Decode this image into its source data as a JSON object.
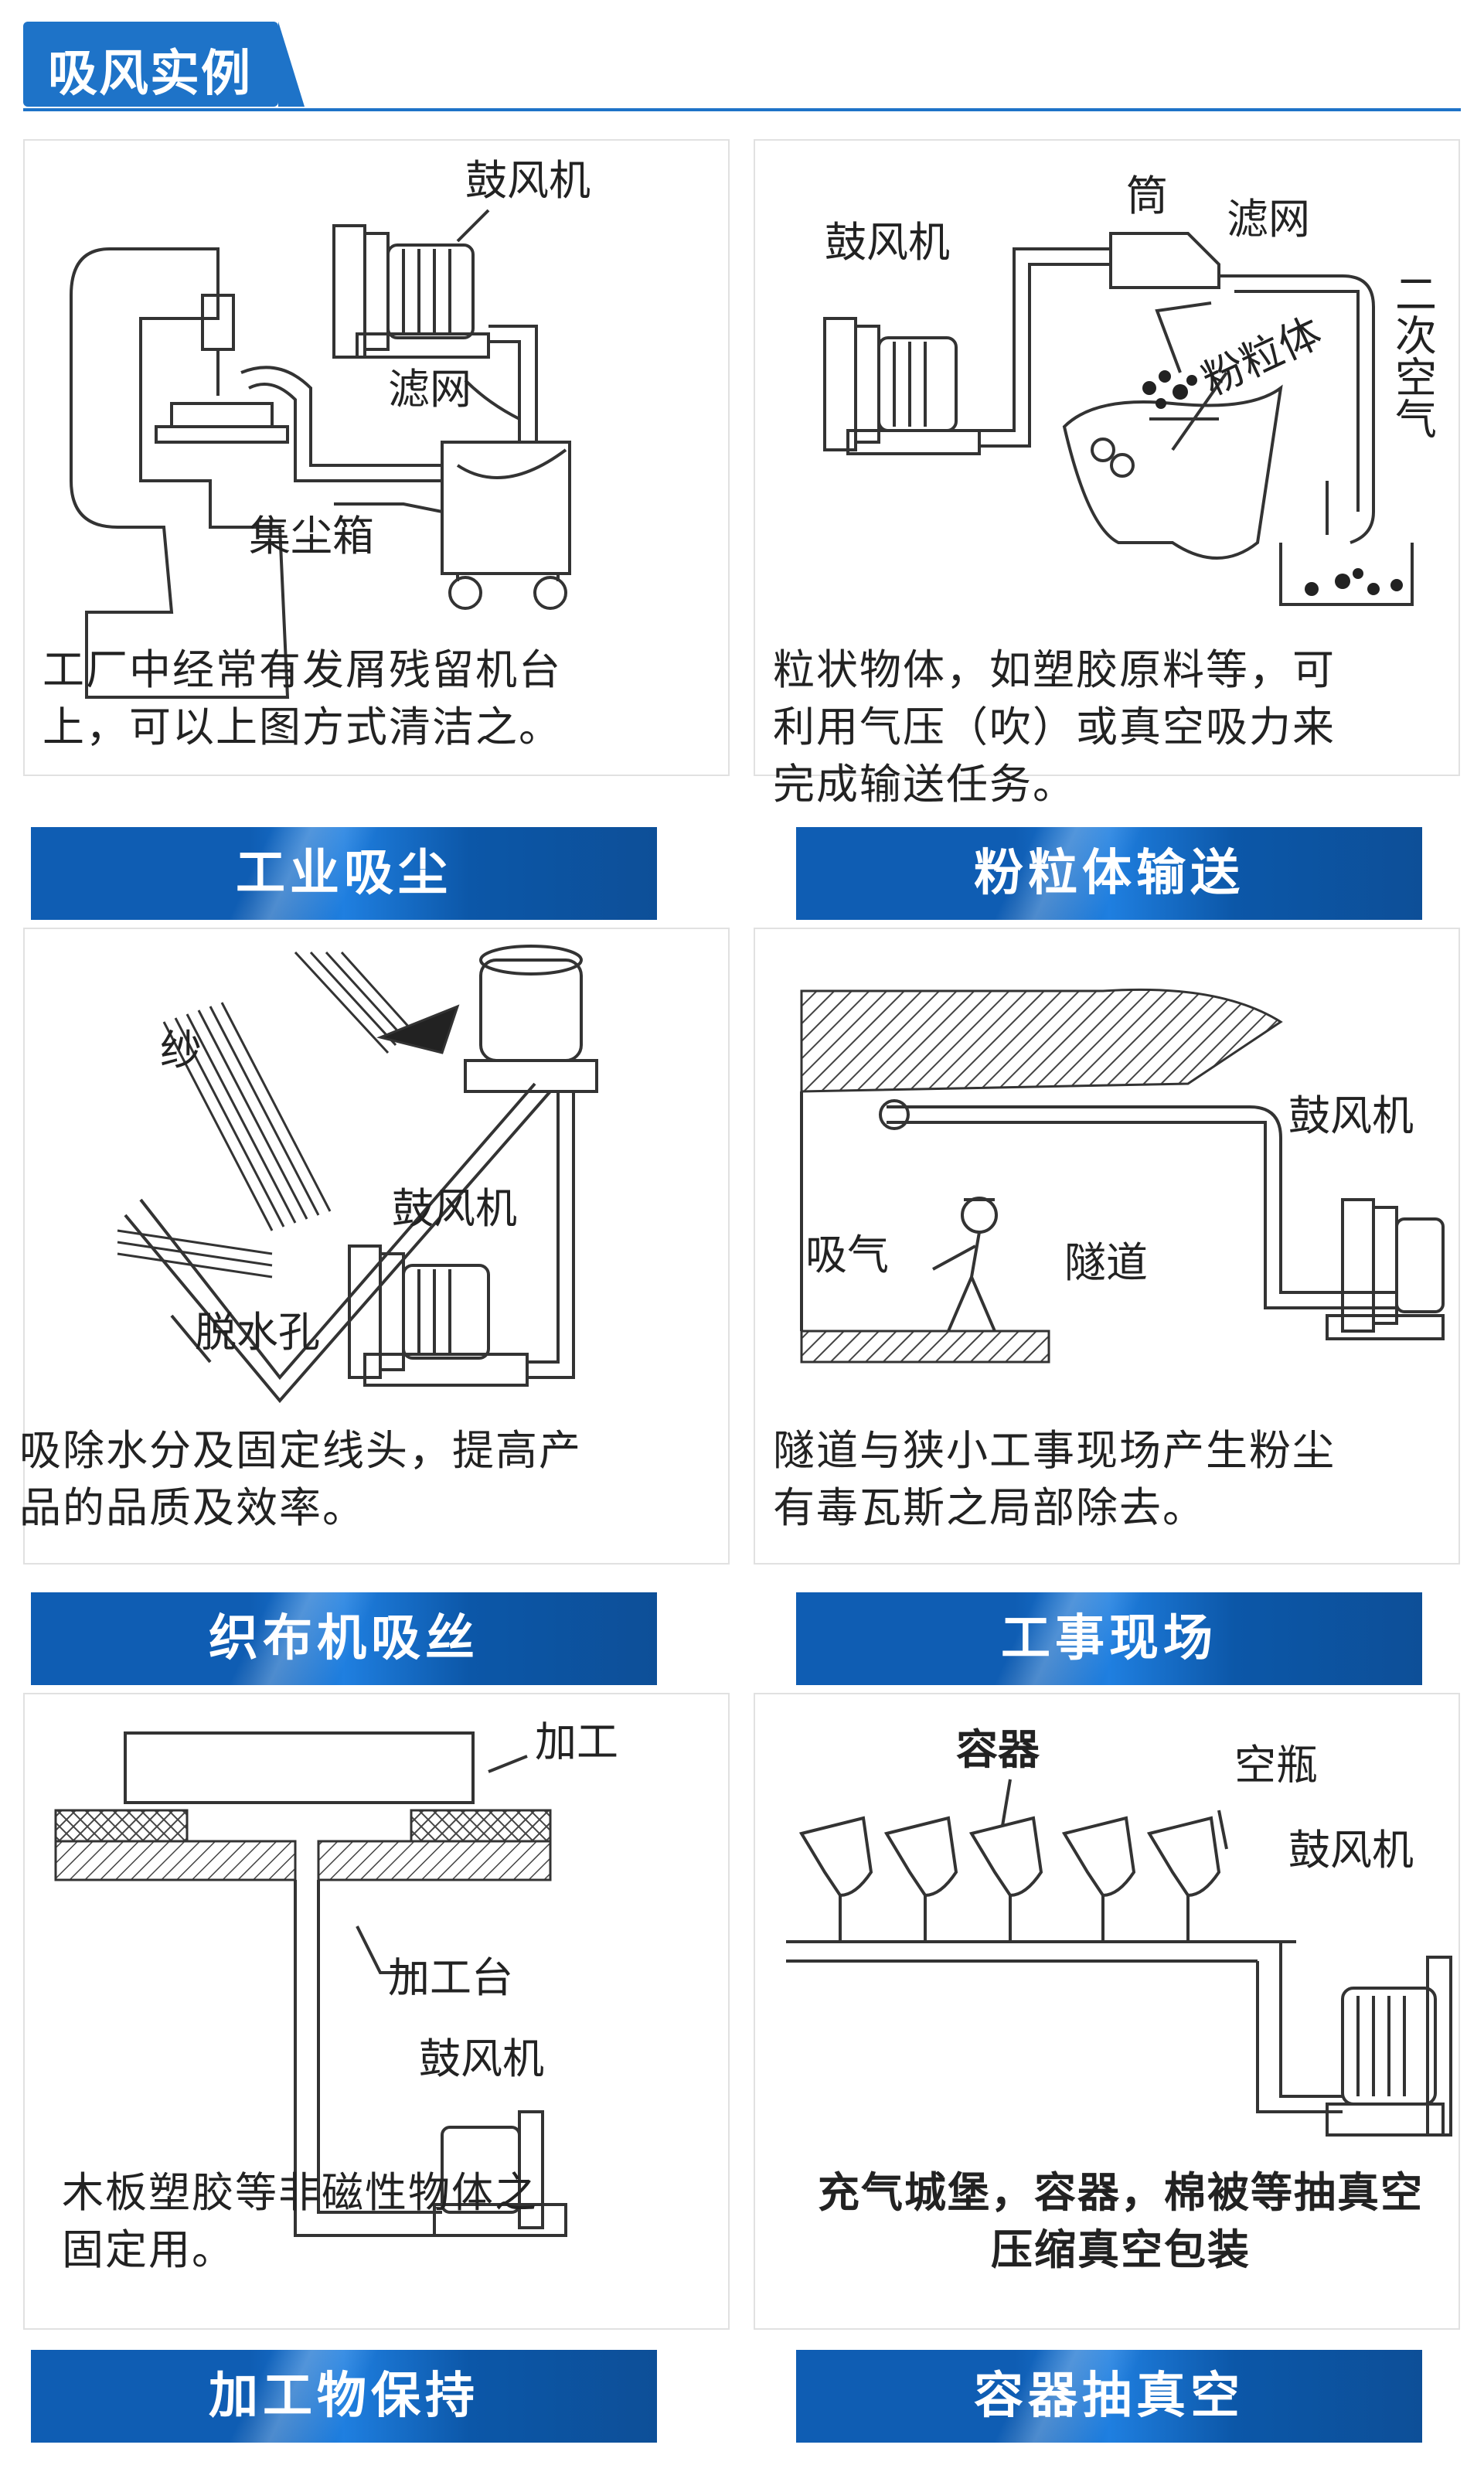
{
  "header": {
    "title": "吸风实例"
  },
  "panels": [
    {
      "id": "industrial",
      "labels": {
        "blower": "鼓风机",
        "filter": "滤网",
        "dust_box": "集尘箱"
      },
      "description": [
        "工厂中经常有发屑残留机台",
        "上，可以上图方式清洁之。"
      ],
      "banner": "工业吸尘"
    },
    {
      "id": "powder",
      "labels": {
        "blower": "鼓风机",
        "tube": "筒",
        "filter": "滤网",
        "powder": "粉粒体",
        "secondary_air": "二次空气"
      },
      "description": [
        "粒状物体，如塑胶原料等，可",
        "利用气压（吹）或真空吸力来",
        "完成输送任务。"
      ],
      "banner": "粉粒体输送"
    },
    {
      "id": "loom",
      "labels": {
        "yarn": "纱",
        "blower": "鼓风机",
        "drain_hole": "脱水孔"
      },
      "description": [
        "吸除水分及固定线头，提高产",
        "品的品质及效率。"
      ],
      "banner": "织布机吸丝"
    },
    {
      "id": "construction",
      "labels": {
        "blower": "鼓风机",
        "suction": "吸气",
        "tunnel": "隧道"
      },
      "description": [
        "隧道与狭小工事现场产生粉尘",
        "有毒瓦斯之局部除去。"
      ],
      "banner": "工事现场"
    },
    {
      "id": "workholding",
      "labels": {
        "workpiece": "加工",
        "worktable": "加工台",
        "blower": "鼓风机"
      },
      "description": [
        "木板塑胶等非磁性物体之",
        "固定用。"
      ],
      "banner": "加工物保持"
    },
    {
      "id": "container",
      "labels": {
        "container": "容器",
        "empty_bottle": "空瓶",
        "blower": "鼓风机"
      },
      "description": [
        "充气城堡，容器，棉被等抽真空",
        "压缩真空包装"
      ],
      "banner": "容器抽真空"
    }
  ],
  "colors": {
    "accent": "#1e73c8",
    "banner_dark": "#0d4f98",
    "line": "#333333"
  }
}
